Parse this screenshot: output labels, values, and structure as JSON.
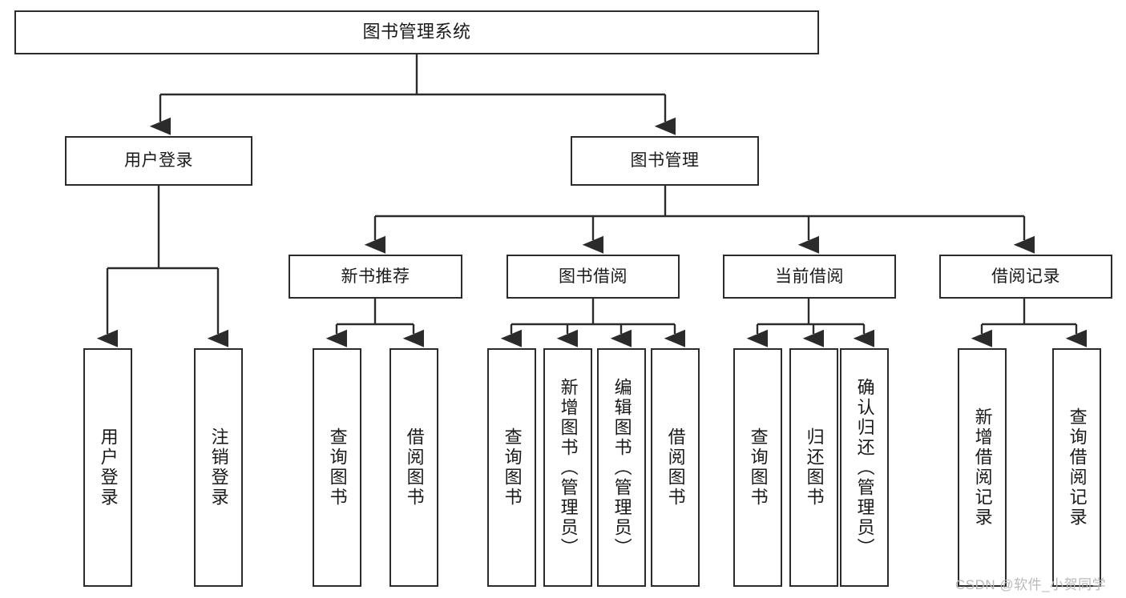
{
  "diagram": {
    "title": "图书管理系统",
    "type": "功能结构图",
    "levels": {
      "root": {
        "label": "图书管理系统"
      },
      "level2": [
        {
          "id": "user-login",
          "label": "用户登录"
        },
        {
          "id": "book-management",
          "label": "图书管理"
        }
      ],
      "level3": [
        {
          "id": "new-book-recommend",
          "label": "新书推荐",
          "parent": "book-management"
        },
        {
          "id": "book-borrow",
          "label": "图书借阅",
          "parent": "book-management"
        },
        {
          "id": "current-borrow",
          "label": "当前借阅",
          "parent": "book-management"
        },
        {
          "id": "borrow-record",
          "label": "借阅记录",
          "parent": "book-management"
        }
      ],
      "leaves": {
        "user-login": [
          {
            "id": "leaf-user-login",
            "label": "用户登录"
          },
          {
            "id": "leaf-logout-login",
            "label": "注销登录"
          }
        ],
        "new-book-recommend": [
          {
            "id": "leaf-query-book-1",
            "label": "查询图书"
          },
          {
            "id": "leaf-borrow-book-1",
            "label": "借阅图书"
          }
        ],
        "book-borrow": [
          {
            "id": "leaf-query-book-2",
            "label": "查询图书"
          },
          {
            "id": "leaf-add-book",
            "label": "新增图书（管理员）"
          },
          {
            "id": "leaf-edit-book",
            "label": "编辑图书（管理员）"
          },
          {
            "id": "leaf-borrow-book-2",
            "label": "借阅图书"
          }
        ],
        "current-borrow": [
          {
            "id": "leaf-query-book-3",
            "label": "查询图书"
          },
          {
            "id": "leaf-return-book",
            "label": "归还图书"
          },
          {
            "id": "leaf-confirm-return",
            "label": "确认归还（管理员）"
          }
        ],
        "borrow-record": [
          {
            "id": "leaf-add-record",
            "label": "新增借阅记录"
          },
          {
            "id": "leaf-query-record",
            "label": "查询借阅记录"
          }
        ]
      }
    },
    "colors": {
      "border": "#2b2b2b",
      "background": "#ffffff",
      "text": "#1a1a1a",
      "watermark": "#b9b9b9"
    }
  },
  "watermark": {
    "text": "CSDN @软件_小贺同学"
  }
}
